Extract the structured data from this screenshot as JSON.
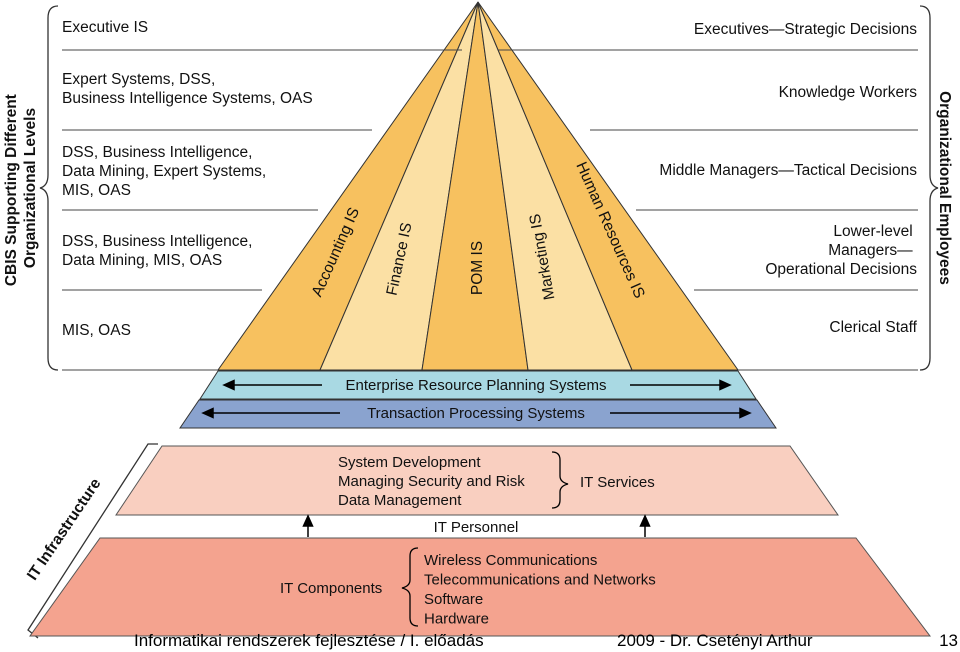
{
  "left_bracket_label": [
    "CBIS Supporting Different",
    "Organizational Levels"
  ],
  "right_bracket_label": "Organizational Employees",
  "levels_left": [
    [
      "Executive IS"
    ],
    [
      "Expert Systems, DSS,",
      "Business Intelligence Systems, OAS"
    ],
    [
      "DSS, Business Intelligence,",
      "Data Mining, Expert Systems,",
      "MIS, OAS"
    ],
    [
      "DSS, Business Intelligence,",
      "Data Mining, MIS, OAS"
    ],
    [
      "MIS, OAS"
    ]
  ],
  "levels_right": [
    [
      "Executives—Strategic Decisions"
    ],
    [
      "Knowledge Workers"
    ],
    [
      "Middle Managers—Tactical Decisions"
    ],
    [
      "Lower-level",
      "Managers—",
      "Operational Decisions"
    ],
    [
      "Clerical Staff"
    ]
  ],
  "functional_areas": [
    "Accounting IS",
    "Finance IS",
    "POM IS",
    "Marketing IS",
    "Human Resources IS"
  ],
  "bands": {
    "erp": "Enterprise Resource Planning Systems",
    "tps": "Transaction Processing Systems"
  },
  "it_infrastructure": {
    "label": "IT Infrastructure",
    "services_items": [
      "System Development",
      "Managing Security and Risk",
      "Data Management"
    ],
    "services_label": "IT Services",
    "personnel_label": "IT Personnel",
    "components_label": "IT Components",
    "components_items": [
      "Wireless Communications",
      "Telecommunications and Networks",
      "Software",
      "Hardware"
    ]
  },
  "footer": {
    "left": "Informatikai rendszerek fejlesztése / I. előadás",
    "center": "2009 - Dr. Csetényi Arthur",
    "page": "13"
  },
  "colors": {
    "pyramid_dark": "#f7c15f",
    "pyramid_light": "#fbe0a4",
    "erp_band": "#a9d9e3",
    "tps_band": "#8aa3cf",
    "it_services": "#f9cfc0",
    "it_components": "#f4a38f"
  }
}
